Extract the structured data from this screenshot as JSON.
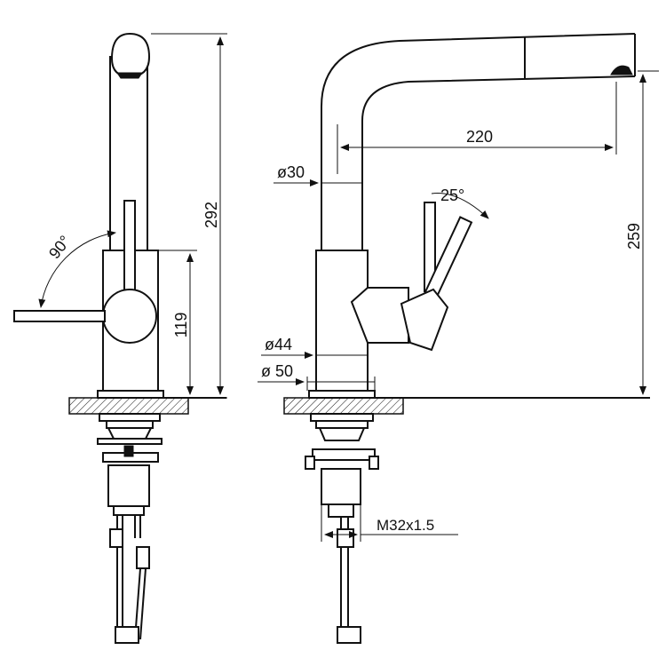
{
  "dimensions": {
    "height_total": "292",
    "body_height": "119",
    "rotation_angle": "90°",
    "spout_diameter": "ø30",
    "spout_reach": "220",
    "lever_angle": "25°",
    "spout_height": "259",
    "body_diameter": "ø44",
    "base_diameter": "ø 50",
    "thread": "M32x1.5"
  },
  "colors": {
    "line": "#111111",
    "background": "#ffffff"
  }
}
